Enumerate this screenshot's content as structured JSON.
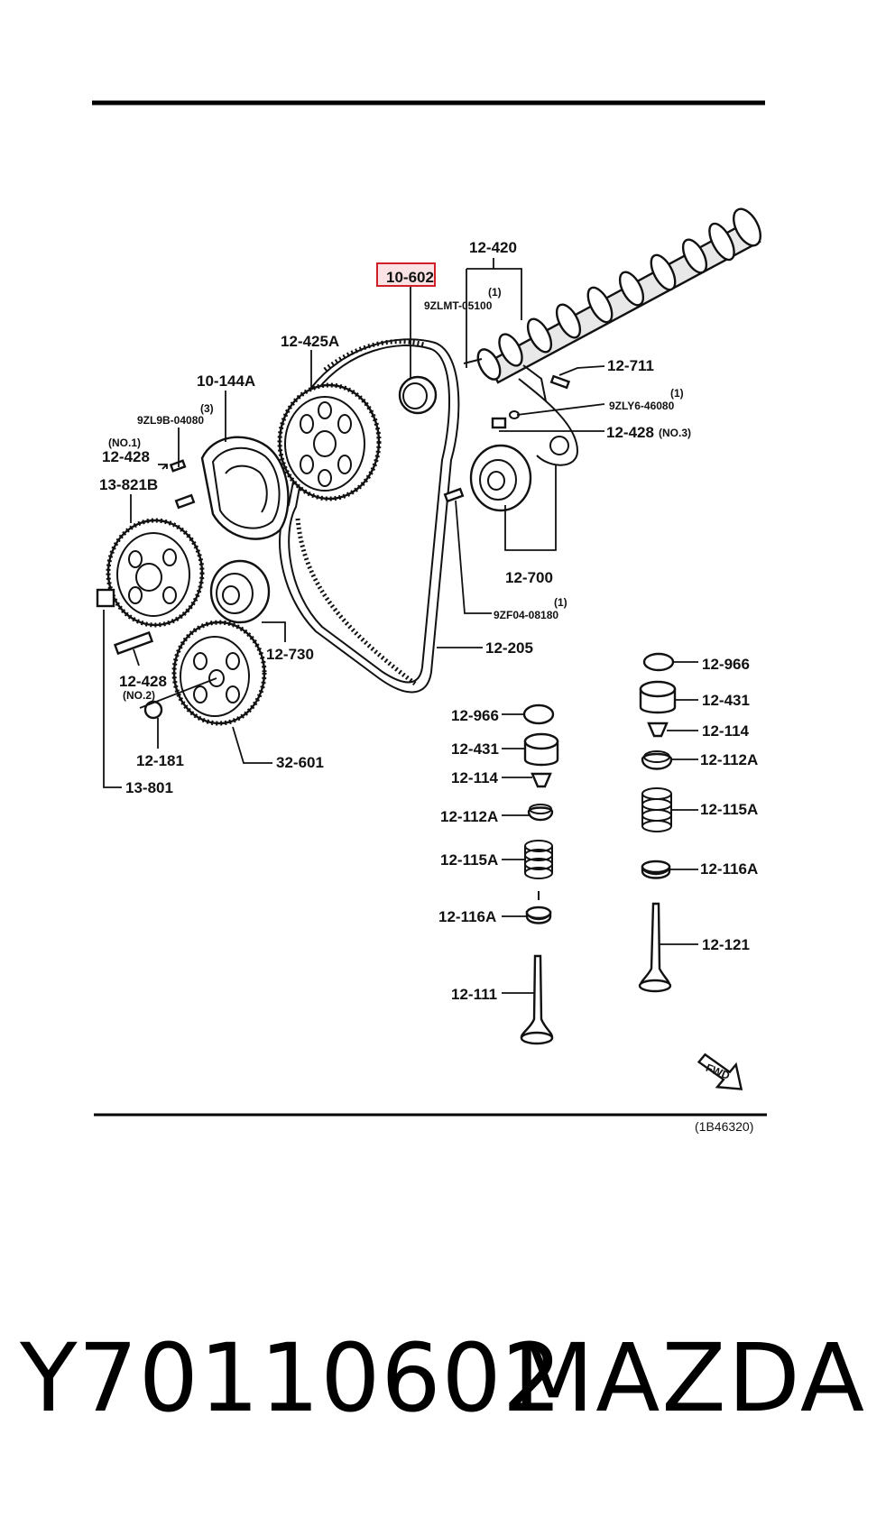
{
  "diagram": {
    "highlight_color": "#d11f2a",
    "highlighted_part": "10-602",
    "labels": {
      "p12_420": "12-420",
      "p10_602": "10-602",
      "p9zlmt_qty": "(1)",
      "p9zlmt": "9ZLMT-05100",
      "p12_425a": "12-425A",
      "p12_711": "12-711",
      "p10_144a": "10-144A",
      "p9zly6_qty": "(1)",
      "p9zly6": "9ZLY6-46080",
      "p9zl9b_qty": "(3)",
      "p9zl9b": "9ZL9B-04080",
      "p12_428_no3": "12-428",
      "no3": "(NO.3)",
      "no1": "(NO.1)",
      "p12_428_no1": "12-428",
      "p13_821b": "13-821B",
      "p12_700": "12-700",
      "p9zf04_qty": "(1)",
      "p9zf04": "9ZF04-08180",
      "p12_205": "12-205",
      "p12_730": "12-730",
      "p12_428_no2": "12-428",
      "no2": "(NO.2)",
      "p12_181": "12-181",
      "p32_601": "32-601",
      "p13_801": "13-801",
      "l12_966": "12-966",
      "l12_431": "12-431",
      "l12_114": "12-114",
      "l12_112a": "12-112A",
      "l12_115a": "12-115A",
      "l12_116a": "12-116A",
      "l12_111": "12-111",
      "r12_966": "12-966",
      "r12_431": "12-431",
      "r12_114": "12-114",
      "r12_112a": "12-112A",
      "r12_115a": "12-115A",
      "r12_116a": "12-116A",
      "r12_121": "12-121",
      "fwd": "FWD",
      "ref": "(1B46320)"
    }
  },
  "footer": {
    "part_number": "Y70110602",
    "brand": "MAZDA"
  }
}
